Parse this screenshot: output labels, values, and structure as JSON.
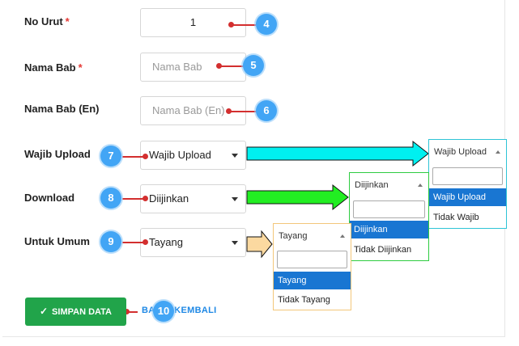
{
  "form": {
    "no_urut": {
      "label": "No Urut",
      "required": "*",
      "value": "1"
    },
    "nama_bab": {
      "label": "Nama Bab",
      "required": "*",
      "placeholder": "Nama Bab"
    },
    "nama_bab_en": {
      "label": "Nama Bab (En)",
      "placeholder": "Nama Bab (En)"
    },
    "wajib_upload": {
      "label": "Wajib Upload",
      "value": "Wajib Upload"
    },
    "download": {
      "label": "Download",
      "value": "Diijinkan"
    },
    "untuk_umum": {
      "label": "Untuk Umum",
      "value": "Tayang"
    }
  },
  "dropdowns": {
    "wajib_upload": {
      "header": "Wajib Upload",
      "options": [
        "Wajib Upload",
        "Tidak Wajib"
      ],
      "border": "#2ec4d6"
    },
    "download": {
      "header": "Diijinkan",
      "options": [
        "Diijinkan",
        "Tidak Diijinkan"
      ],
      "border": "#2ecc40"
    },
    "untuk_umum": {
      "header": "Tayang",
      "options": [
        "Tayang",
        "Tidak Tayang"
      ],
      "border": "#f3c77a"
    }
  },
  "badges": [
    "4",
    "5",
    "6",
    "7",
    "8",
    "9",
    "10"
  ],
  "actions": {
    "save": "SIMPAN DATA",
    "back": "BATAL KEMBALI"
  },
  "colors": {
    "accent": "#1976d2",
    "save": "#21a44a",
    "badge": "#42a5f5",
    "marker": "#d32f2f",
    "arrow_cyan": "#00f0f0",
    "arrow_green": "#22ee22",
    "arrow_tan": "#fbd9a0"
  }
}
